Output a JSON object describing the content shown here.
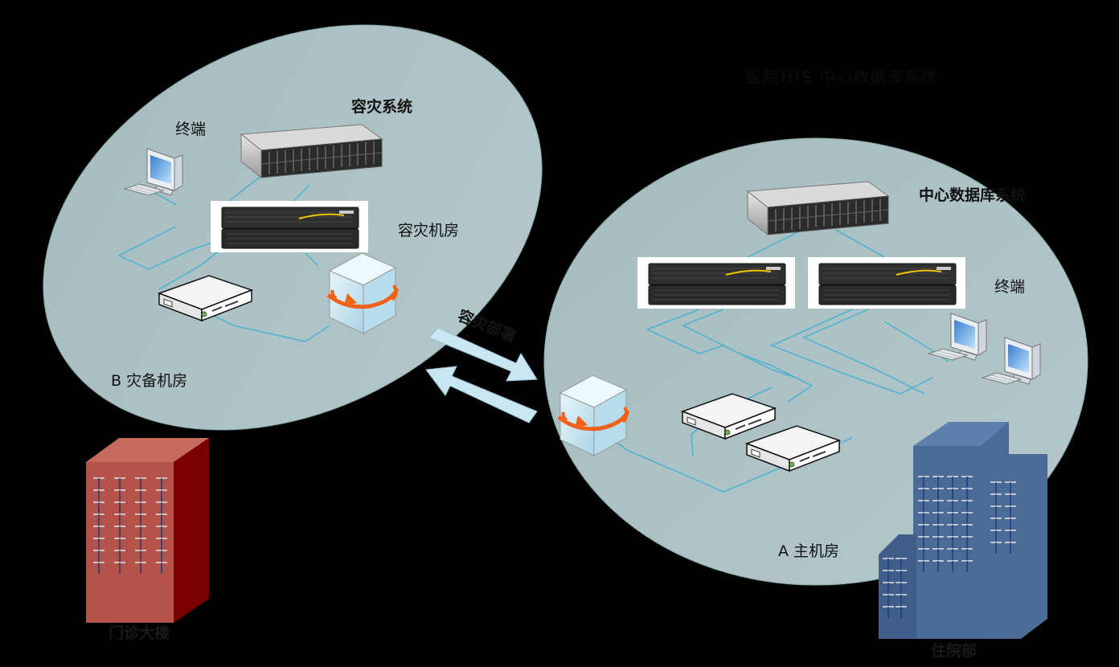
{
  "title": "医院HIS 中心数据库系统",
  "site_b": {
    "label": "B 灾备机房",
    "disaster_system": "容灾系统",
    "disaster_room": "容灾机房",
    "terminal": "终端"
  },
  "site_a": {
    "label": "A  主机房",
    "central_db": "中心数据库系统",
    "terminal": "终端"
  },
  "link_label": "容灾部署",
  "building_outpatient": "门诊大楼",
  "building_inpatient": "住院部",
  "colors": {
    "ellipse": "#a9bfc1",
    "network_line": "#4fb3d0",
    "arrow": "#c9e6f2",
    "outpatient_front": "#b5534b",
    "outpatient_side": "#7a0000",
    "inpatient": "#4a6b96",
    "sync_arrow": "#f0621a"
  }
}
